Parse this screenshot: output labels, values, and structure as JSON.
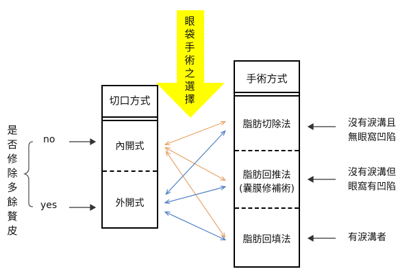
{
  "banner": {
    "text": "眼袋手術之選擇",
    "color": "#ffff00"
  },
  "side_question": "是否修除多餘贅皮",
  "branches": {
    "no": "no",
    "yes": "yes"
  },
  "incision": {
    "title": "切口方式",
    "options": [
      "內開式",
      "外開式"
    ]
  },
  "surgery": {
    "title": "手術方式",
    "methods": [
      {
        "lines": [
          "脂肪切除法"
        ]
      },
      {
        "lines": [
          "脂肪回推法",
          "(囊膜修補術)"
        ]
      },
      {
        "lines": [
          "脂肪回填法"
        ]
      }
    ]
  },
  "conditions": [
    {
      "lines": [
        "沒有淚溝且",
        "無眼窩凹陷"
      ]
    },
    {
      "lines": [
        "沒有淚溝但",
        "眼窩有凹陷"
      ]
    },
    {
      "lines": [
        "有淚溝者"
      ]
    }
  ],
  "colors": {
    "orange": "#e8a46a",
    "blue": "#4f7fc4",
    "arrow": "#333333"
  }
}
